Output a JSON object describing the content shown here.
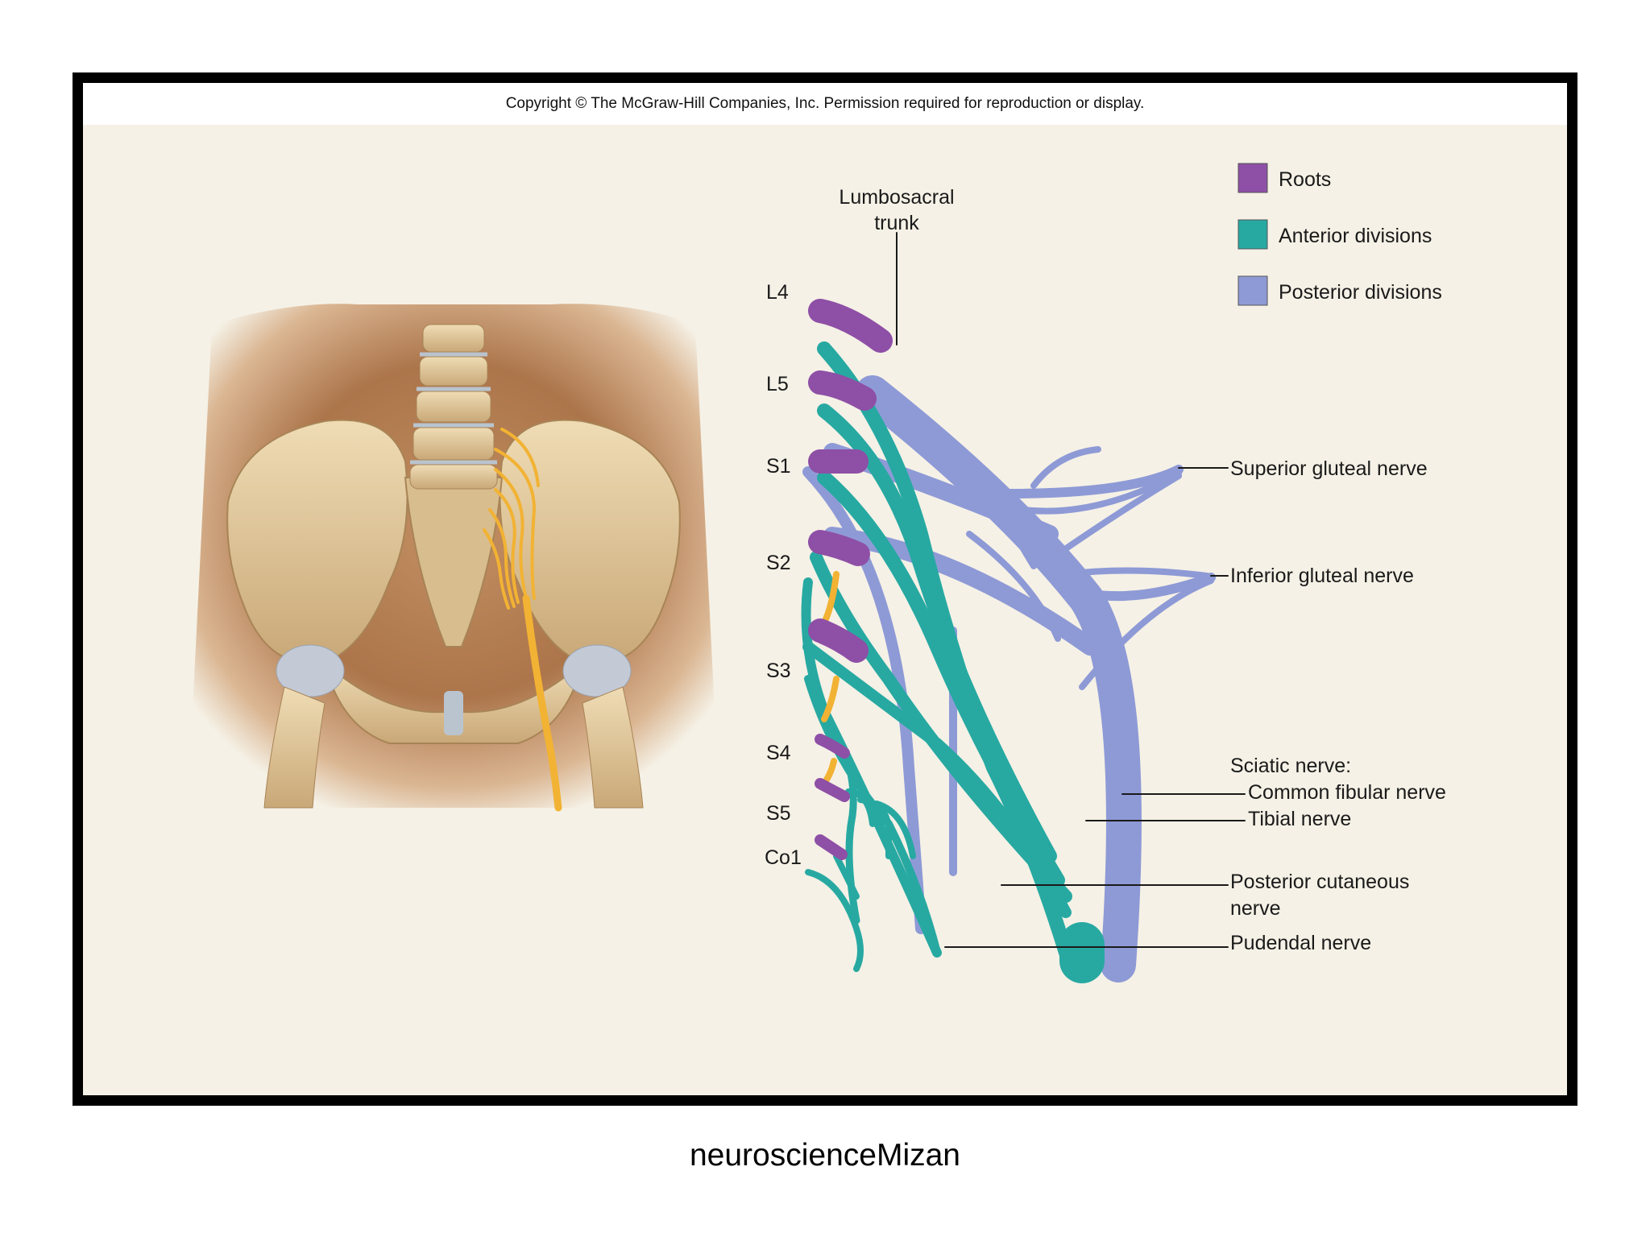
{
  "copyright": "Copyright © The McGraw-Hill Companies, Inc. Permission required for reproduction or display.",
  "caption": "neuroscienceMizan",
  "colors": {
    "roots": "#8e4fa6",
    "anterior": "#27a9a2",
    "posterior": "#8e9ad6",
    "nerve_yellow": "#f2b233",
    "background": "#f5f1e6"
  },
  "legend": [
    {
      "label": "Roots",
      "color": "#8e4fa6"
    },
    {
      "label": "Anterior divisions",
      "color": "#27a9a2"
    },
    {
      "label": "Posterior divisions",
      "color": "#8e9ad6"
    }
  ],
  "trunk_label": {
    "line1": "Lumbosacral",
    "line2": "trunk"
  },
  "roots": [
    "L4",
    "L5",
    "S1",
    "S2",
    "S3",
    "S4",
    "S5",
    "Co1"
  ],
  "nerves": {
    "superior_gluteal": "Superior gluteal nerve",
    "inferior_gluteal": "Inferior gluteal nerve",
    "sciatic": "Sciatic nerve:",
    "common_fibular": "Common fibular nerve",
    "tibial": "Tibial nerve",
    "posterior_cutaneous_1": "Posterior cutaneous",
    "posterior_cutaneous_2": "nerve",
    "pudendal": "Pudendal nerve"
  }
}
